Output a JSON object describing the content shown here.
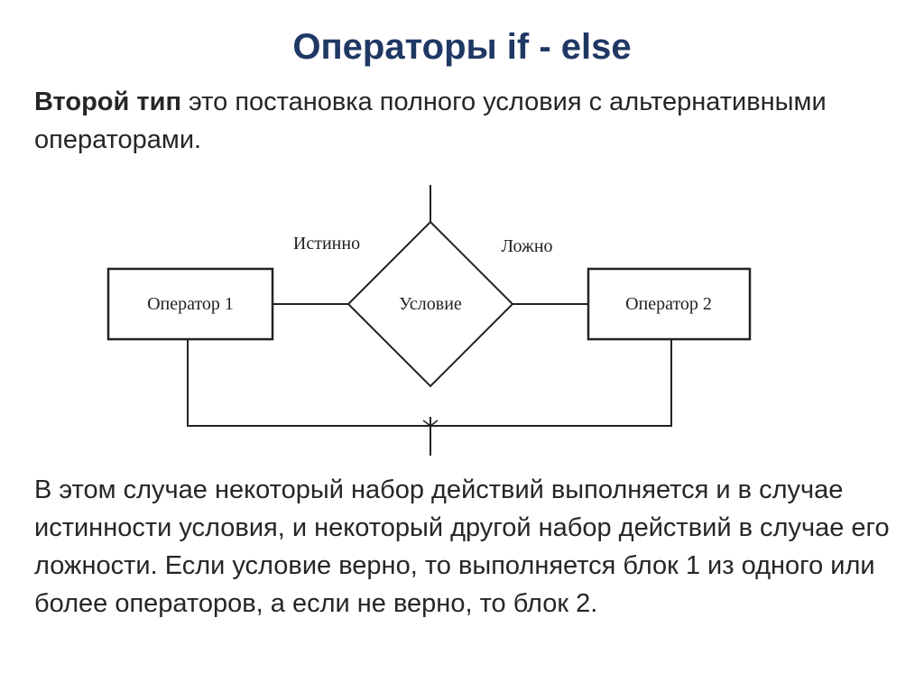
{
  "slide": {
    "title": "Операторы if - else",
    "intro_bold": "Второй тип",
    "intro_rest": " это постановка полного условия с альтернативными операторами.",
    "body": "В этом случае некоторый набор действий выполняется и в случае истинности условия, и некоторый другой набор действий в случае его ложности. Если условие верно, то выполняется блок 1 из одного или более операторов, а если не верно, то блок 2."
  },
  "diagram": {
    "label_true": "Истинно",
    "label_false": "Ложно",
    "condition": "Условие",
    "operator1": "Оператор 1",
    "operator2": "Оператор 2"
  }
}
